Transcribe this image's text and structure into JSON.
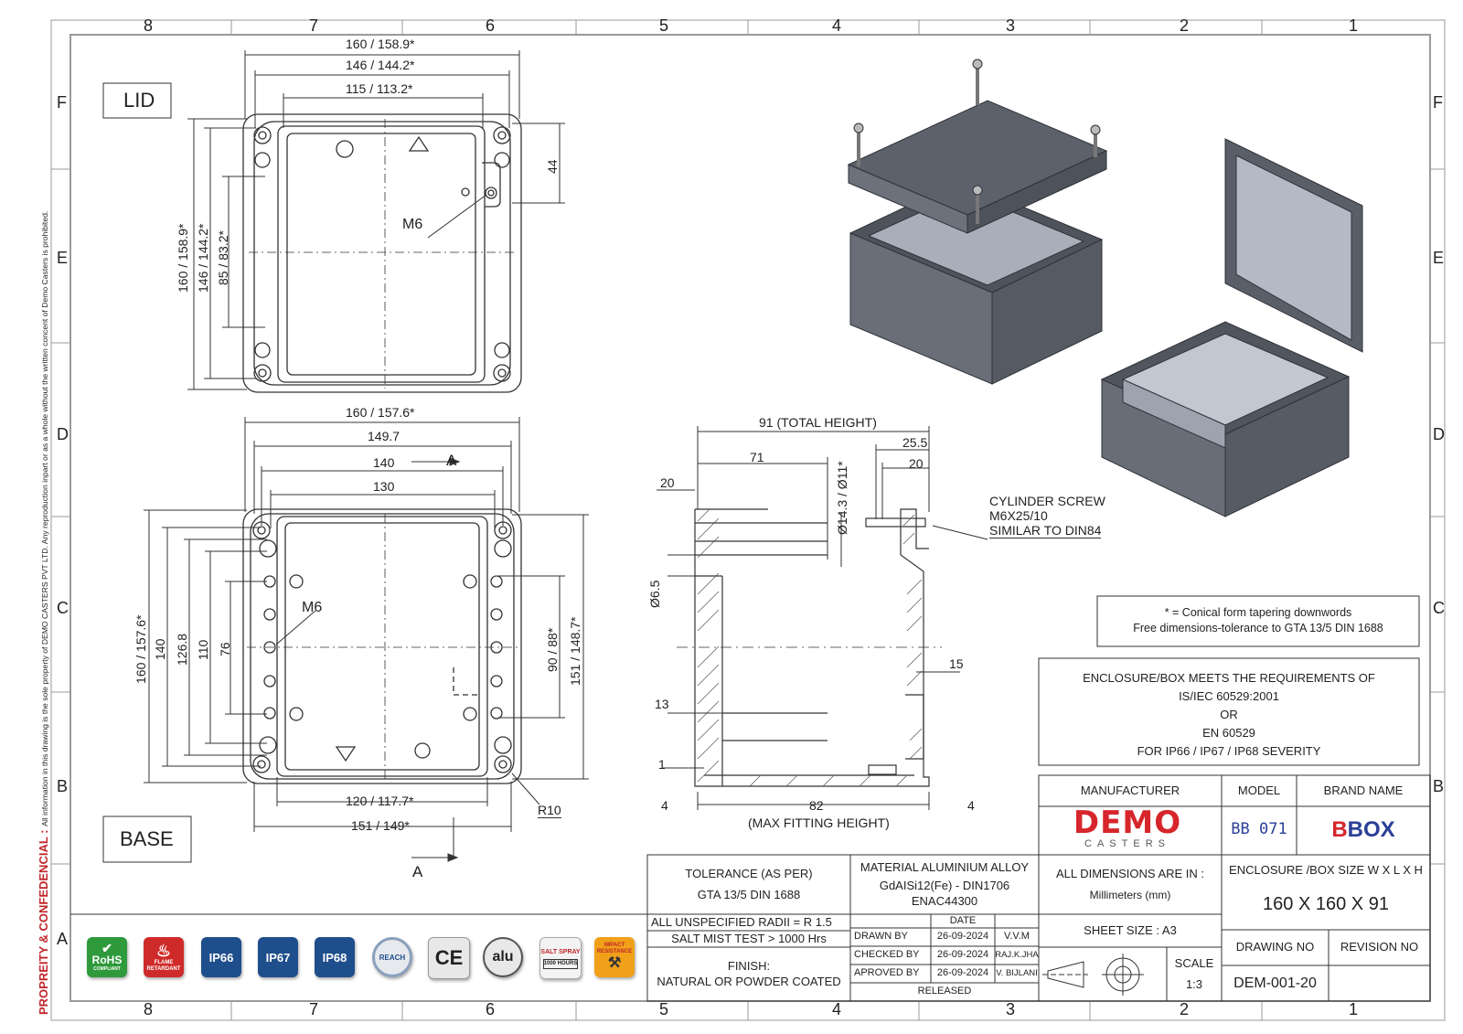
{
  "sidebar_notice": {
    "label": "PROPREITY & CONFEDENCIAL :",
    "text": "All information in this drawing is the sole property of DEMO CASTERS PVT LTD. Any reproduction inpart or as a whole without the written concent of Demo Casters is prohibited."
  },
  "grid": {
    "columns": [
      "8",
      "7",
      "6",
      "5",
      "4",
      "3",
      "2",
      "1"
    ],
    "rows": [
      "F",
      "E",
      "D",
      "C",
      "B",
      "A"
    ]
  },
  "views": {
    "lid_label": "LID",
    "base_label": "BASE",
    "section_marker": "A"
  },
  "lid_dims": {
    "w_outer": "160 / 158.9*",
    "w_mid": "146 / 144.2*",
    "w_inner": "115 / 113.2*",
    "h_outer": "160 / 158.9*",
    "h_mid": "146 / 144.2*",
    "h_inner": "85 / 83.2*",
    "corner": "44",
    "thread": "M6"
  },
  "base_dims": {
    "w_outer": "160 / 157.6*",
    "w_1": "149.7",
    "w_2": "140",
    "w_3": "130",
    "w_bottom_1": "120 / 117.7*",
    "w_bottom_2": "151 / 149*",
    "h_outer": "160 / 157.6*",
    "h_1": "140",
    "h_2": "126.8",
    "h_3": "110",
    "h_4": "76",
    "h_right_1": "90 / 88*",
    "h_right_2": "151 / 148.7*",
    "thread": "M6",
    "radius": "R10"
  },
  "section_dims": {
    "total_height": "91 (TOTAL HEIGHT)",
    "d71": "71",
    "d20_left": "20",
    "d25_5": "25.5",
    "d20_right": "20",
    "dia_top": "Ø14.3 / Ø11*",
    "dia_hole": "Ø6.5",
    "d15": "15",
    "d13": "13",
    "d1": "1",
    "d4_left": "4",
    "d82": "82",
    "d4_right": "4",
    "max_fit": "(MAX FITTING HEIGHT)",
    "screw_line1": "CYLINDER SCREW",
    "screw_line2": "M6X25/10",
    "screw_line3": "SIMILAR TO DIN84"
  },
  "notes": {
    "conical_1": "* = Conical form tapering downwords",
    "conical_2": "Free dimensions-tolerance to GTA 13/5 DIN 1688",
    "req_1": "ENCLOSURE/BOX MEETS THE REQUIREMENTS OF",
    "req_2": "IS/IEC 60529:2001",
    "req_3": "OR",
    "req_4": "EN 60529",
    "req_5": "FOR IP66 / IP67 / IP68 SEVERITY"
  },
  "title_block": {
    "manufacturer_h": "MANUFACTURER",
    "model_h": "MODEL",
    "brand_h": "BRAND NAME",
    "manufacturer_logo": "DEMO",
    "manufacturer_logo_sub": "CASTERS",
    "model_value": "BB 071",
    "brand_value_a": "B",
    "brand_value_b": "BOX",
    "tolerance_1": "TOLERANCE (AS PER)",
    "tolerance_2": "GTA 13/5 DIN 1688",
    "material_1": "MATERIAL ALUMINIUM ALLOY",
    "material_2": "GdAISi12(Fe) - DIN1706",
    "material_3": "ENAC44300",
    "dims_in_1": "ALL DIMENSIONS ARE IN :",
    "dims_in_2": "Millimeters (mm)",
    "size_h": "ENCLOSURE /BOX SIZE W X L X H",
    "size_v": "160 X 160 X 91",
    "radii": "ALL UNSPECIFIED RADII = R 1.5",
    "salt": "SALT MIST TEST > 1000 Hrs",
    "finish_1": "FINISH:",
    "finish_2": "NATURAL OR POWDER COATED",
    "date_h": "DATE",
    "drawn_by": "DRAWN BY",
    "drawn_date": "26-09-2024",
    "drawn_name": "V.V.M",
    "checked_by": "CHECKED BY",
    "checked_date": "26-09-2024",
    "checked_name": "RAJ.K.JHA",
    "approved_by": "APROVED BY",
    "approved_date": "26-09-2024",
    "approved_name": "V. BIJLANI",
    "released": "RELEASED",
    "sheet_size": "SHEET SIZE : A3",
    "scale_h": "SCALE",
    "scale_v": "1:3",
    "drawing_no_h": "DRAWING NO",
    "revision_no_h": "REVISION NO",
    "drawing_no_v": "DEM-001-20",
    "revision_no_v": ""
  },
  "certifications": {
    "rohs": "RoHS",
    "rohs_sub": "COMPLIANT",
    "flame": "FLAME RETARDANT",
    "ip66": "IP66",
    "ip67": "IP67",
    "ip68": "IP68",
    "reach": "REACH",
    "ce": "CE",
    "alu": "alu",
    "salt": "SALT SPRAY",
    "salt_sub": "1000 HOURS",
    "impact": "IMPACT RESISTANCE"
  },
  "colors": {
    "line": "#333333",
    "frame": "#9a9a9a",
    "box_fill": "#5d616b",
    "box_light": "#b9bec9",
    "demo_red": "#d6262b",
    "model_blue": "#2a3f96",
    "ip_blue": "#1f4e8c",
    "rohs_green": "#2e9a3b",
    "flame_red": "#cf2a2a",
    "notice_red": "#c0262b",
    "impact_orange": "#f0a019"
  }
}
